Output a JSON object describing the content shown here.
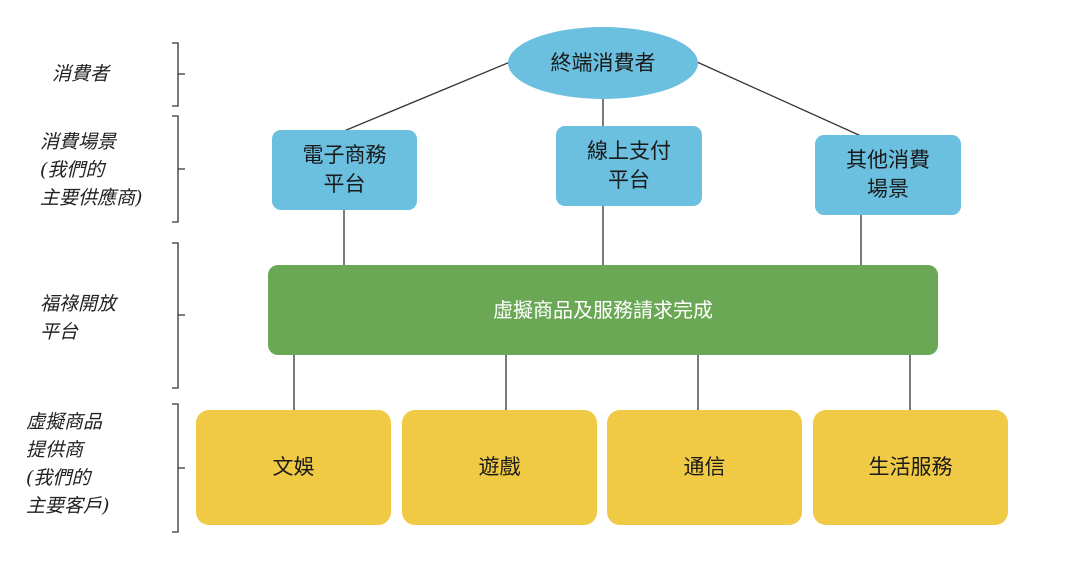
{
  "levels": {
    "consumer": "消費者",
    "scenario": "消費場景\n(我們的\n主要供應商)",
    "platform": "福祿開放\n平台",
    "providers": "虛擬商品\n提供商\n(我們的\n主要客戶)"
  },
  "top_node": "終端消費者",
  "scenarios": [
    "電子商務\n平台",
    "線上支付\n平台",
    "其他消費\n場景"
  ],
  "platform_node": "虛擬商品及服務請求完成",
  "providers": [
    "文娛",
    "遊戲",
    "通信",
    "生活服務"
  ],
  "colors": {
    "blue": "#6bbfdf",
    "green": "#6aa855",
    "yellow": "#f0ca45"
  }
}
